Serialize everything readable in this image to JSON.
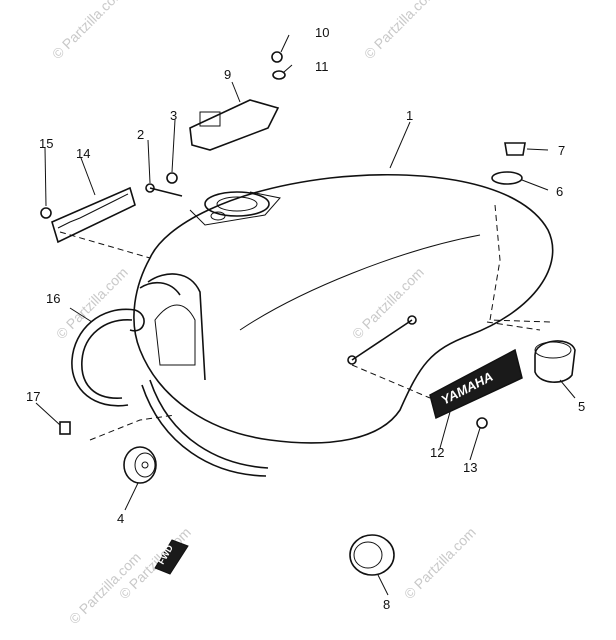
{
  "watermark": "© Partzilla.com",
  "callouts": {
    "c1": "1",
    "c2": "2",
    "c3": "3",
    "c4": "4",
    "c5": "5",
    "c6": "6",
    "c7": "7",
    "c8": "8",
    "c9": "9",
    "c10": "10",
    "c11": "11",
    "c12": "12",
    "c13": "13",
    "c14": "14",
    "c15": "15",
    "c16": "16",
    "c17": "17"
  },
  "emblem": {
    "text": "YAMAHA"
  },
  "fwd": {
    "text": "FWD"
  }
}
